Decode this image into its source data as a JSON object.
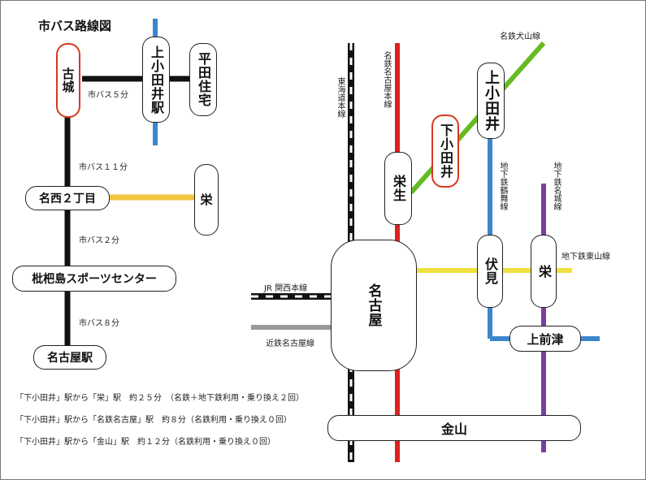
{
  "title": "市バス路線図",
  "bus_route": {
    "stations": {
      "furushiro": "古城",
      "kamiotai_eki": "上小田井駅",
      "hirata_jutaku": "平田住宅",
      "meisai_2chome": "名西２丁目",
      "sakae_bus": "栄",
      "biwajima_sports": "枇杷島スポーツセンター",
      "nagoya_eki": "名古屋駅"
    },
    "segments": {
      "seg_5": "市バス５分",
      "seg_11": "市バス１１分",
      "seg_2": "市バス２分",
      "seg_8": "市バス８分"
    }
  },
  "rail_map": {
    "stations": {
      "kamiotai": "上小田井",
      "shimootai": "下小田井",
      "sakou": "栄生",
      "nagoya": "名古屋",
      "fushimi": "伏見",
      "sakae": "栄",
      "kamimaezu": "上前津",
      "kanayama": "金山"
    },
    "lines": {
      "meitetsu_inuyama": "名鉄犬山線",
      "meitetsu_nagoya": "名鉄名古屋本線",
      "tokaido": "東海道本線",
      "tsurumai": "地下鉄鶴舞線",
      "meijo": "地下鉄名城線",
      "higashiyama": "地下鉄東山線",
      "kansai": "JR 関西本線",
      "kintetsu": "近鉄名古屋線"
    }
  },
  "notes": [
    "「下小田井」駅から「栄」駅　約２５分　（名鉄＋地下鉄利用・乗り換え２回）",
    "「下小田井」駅から「名鉄名古屋」駅　約８分（名鉄利用・乗り換え０回）",
    "「下小田井」駅から「金山」駅　約１２分（名鉄利用・乗り換え０回）"
  ],
  "colors": {
    "bus": "#111111",
    "meitetsu_nagoya": "#e02020",
    "meitetsu_inuyama": "#66bb22",
    "tsurumai": "#3b86cc",
    "meijo": "#7a3fa0",
    "higashiyama": "#f0e040",
    "bus_sakae_branch": "#f2c640",
    "kintetsu": "#999999",
    "highlight": "#d63a1f"
  }
}
